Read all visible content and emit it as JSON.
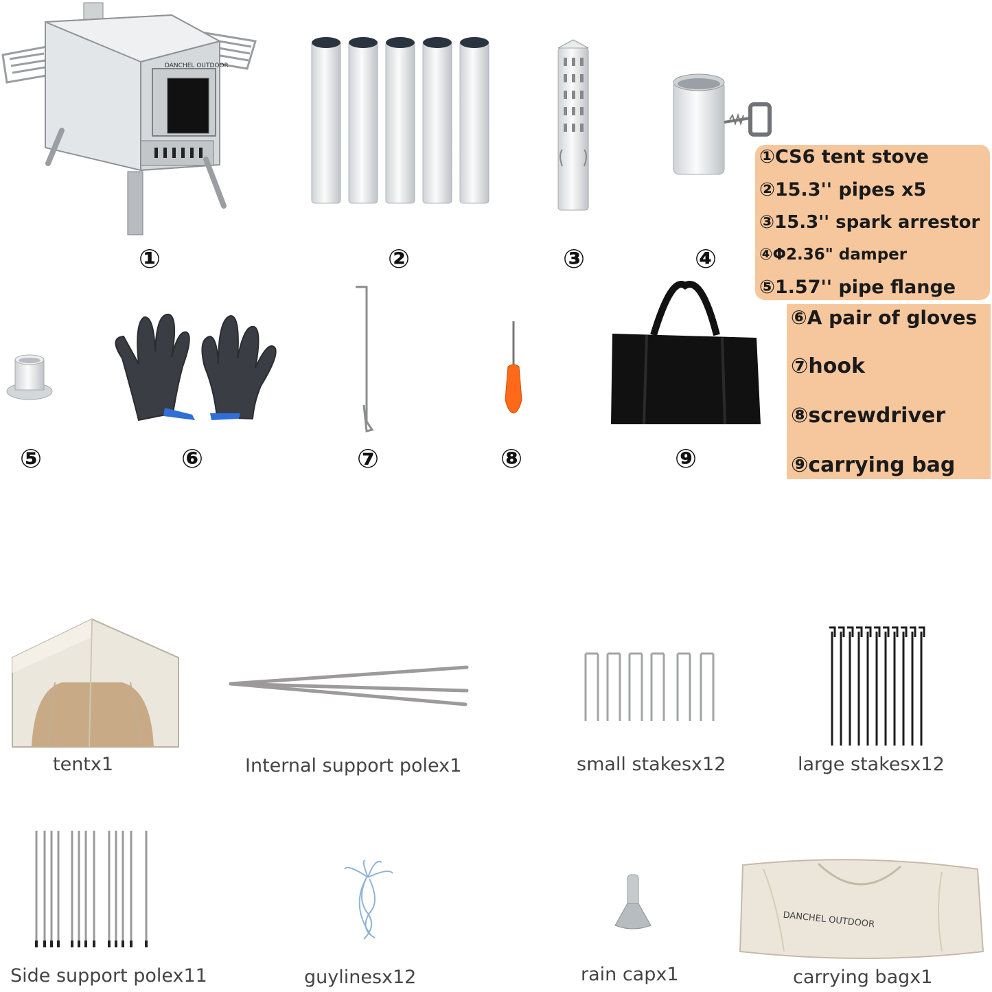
{
  "stove_section": {
    "numbers": [
      "①",
      "②",
      "③",
      "④",
      "⑤",
      "⑥",
      "⑦",
      "⑧",
      "⑨"
    ],
    "brand_mark": "DANCHEL OUTDOOR",
    "legend_a": [
      "①CS6 tent stove",
      "②15.3'' pipes x5",
      "③15.3'' spark arrestor",
      "④Φ2.36\" damper",
      "⑤1.57'' pipe flange"
    ],
    "legend_b": [
      "⑥A pair of gloves",
      "⑦hook",
      "⑧screwdriver",
      "⑨carrying bag"
    ],
    "legend_color": "#f6c79d"
  },
  "tent_section": {
    "labels": [
      "tentx1",
      "Internal support polex1",
      "small stakesx12",
      "large stakesx12",
      "Side support polex11",
      "guylinesx12",
      "rain capx1",
      "carrying bagx1"
    ],
    "brand_mark": "DANCHEL OUTDOOR"
  }
}
